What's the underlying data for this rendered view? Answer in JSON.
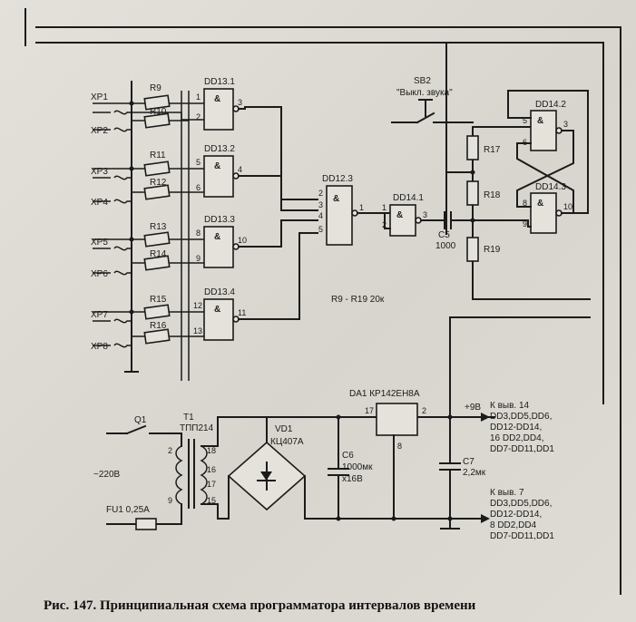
{
  "caption": "Рис. 147. Принципиальная схема программатора интервалов времени",
  "connectors": [
    "XP1",
    "XP2",
    "XP3",
    "XP4",
    "XP5",
    "XP6",
    "XP7",
    "XP8"
  ],
  "resistors": [
    "R9",
    "R10",
    "R11",
    "R12",
    "R13",
    "R14",
    "R15",
    "R16"
  ],
  "gates": {
    "dd13_1": "DD13.1",
    "dd13_2": "DD13.2",
    "dd13_3": "DD13.3",
    "dd13_4": "DD13.4",
    "dd12_3": "DD12.3",
    "dd14_1": "DD14.1",
    "dd14_2": "DD14.2",
    "dd14_3": "DD14.3",
    "and_symbol": "&"
  },
  "pins": [
    "1",
    "2",
    "3",
    "4",
    "5",
    "6",
    "8",
    "9",
    "10",
    "11",
    "12",
    "13",
    "16",
    "17",
    "15",
    "18"
  ],
  "switch_sb2": {
    "ref": "SB2",
    "name": "\"Выкл. звука\""
  },
  "r17": "R17",
  "r18": "R18",
  "r19": "R19",
  "c5": {
    "ref": "C5",
    "value": "1000"
  },
  "resistor_note": "R9 - R19 20к",
  "da1": "DA1 КР142ЕН8А",
  "plus9v": "+9В",
  "q1": "Q1",
  "t1": {
    "ref": "T1",
    "type": "ТПП214"
  },
  "vd1": {
    "ref": "VD1",
    "type": "КЦ407А"
  },
  "c6": {
    "ref": "C6",
    "value": "1000мк",
    "voltage": "х16В"
  },
  "c7": {
    "ref": "C7",
    "value": "2,2мк"
  },
  "mains": "~220В",
  "fu1": "FU1 0,25А",
  "power_note_top": [
    "К выв. 14",
    "DD3,DD5,DD6,",
    "DD12-DD14,",
    "16 DD2,DD4,",
    "DD7-DD11,DD1"
  ],
  "power_note_bottom": [
    "К выв. 7",
    "DD3,DD5,DD6,",
    "DD12-DD14,",
    "8 DD2,DD4",
    "DD7-DD11,DD1"
  ]
}
